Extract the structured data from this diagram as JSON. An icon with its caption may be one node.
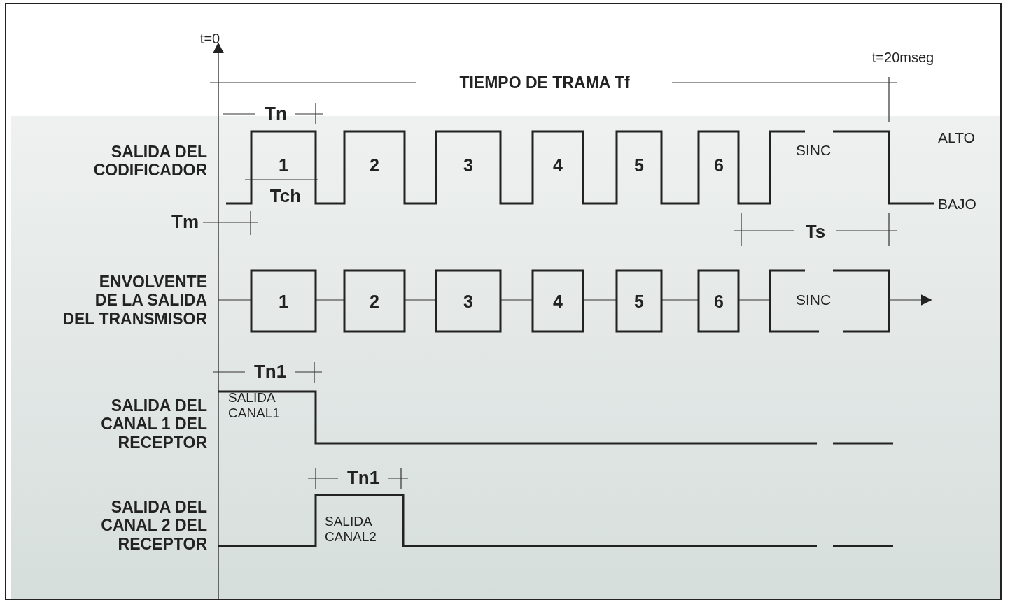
{
  "diagram": {
    "labels": [
      "t=0",
      "t=20mseg",
      "TIEMPO DE TRAMA Tf",
      "Tn",
      "SALIDA DEL CODIFICADOR",
      "1",
      "2",
      "3",
      "4",
      "5",
      "6",
      "SINC",
      "ALTO",
      "Tch",
      "BAJO",
      "Tm",
      "Ts",
      "ENVOLVENTE DE LA SALIDA DEL TRANSMISOR",
      "1",
      "2",
      "3",
      "4",
      "5",
      "6",
      "SINC",
      "Tn1",
      "SALIDA DEL CANAL 1 DEL RECEPTOR",
      "SALIDA CANAL1",
      "Tn1",
      "SALIDA DEL CANAL 2 DEL RECEPTOR",
      "SALIDA CANAL2"
    ]
  }
}
